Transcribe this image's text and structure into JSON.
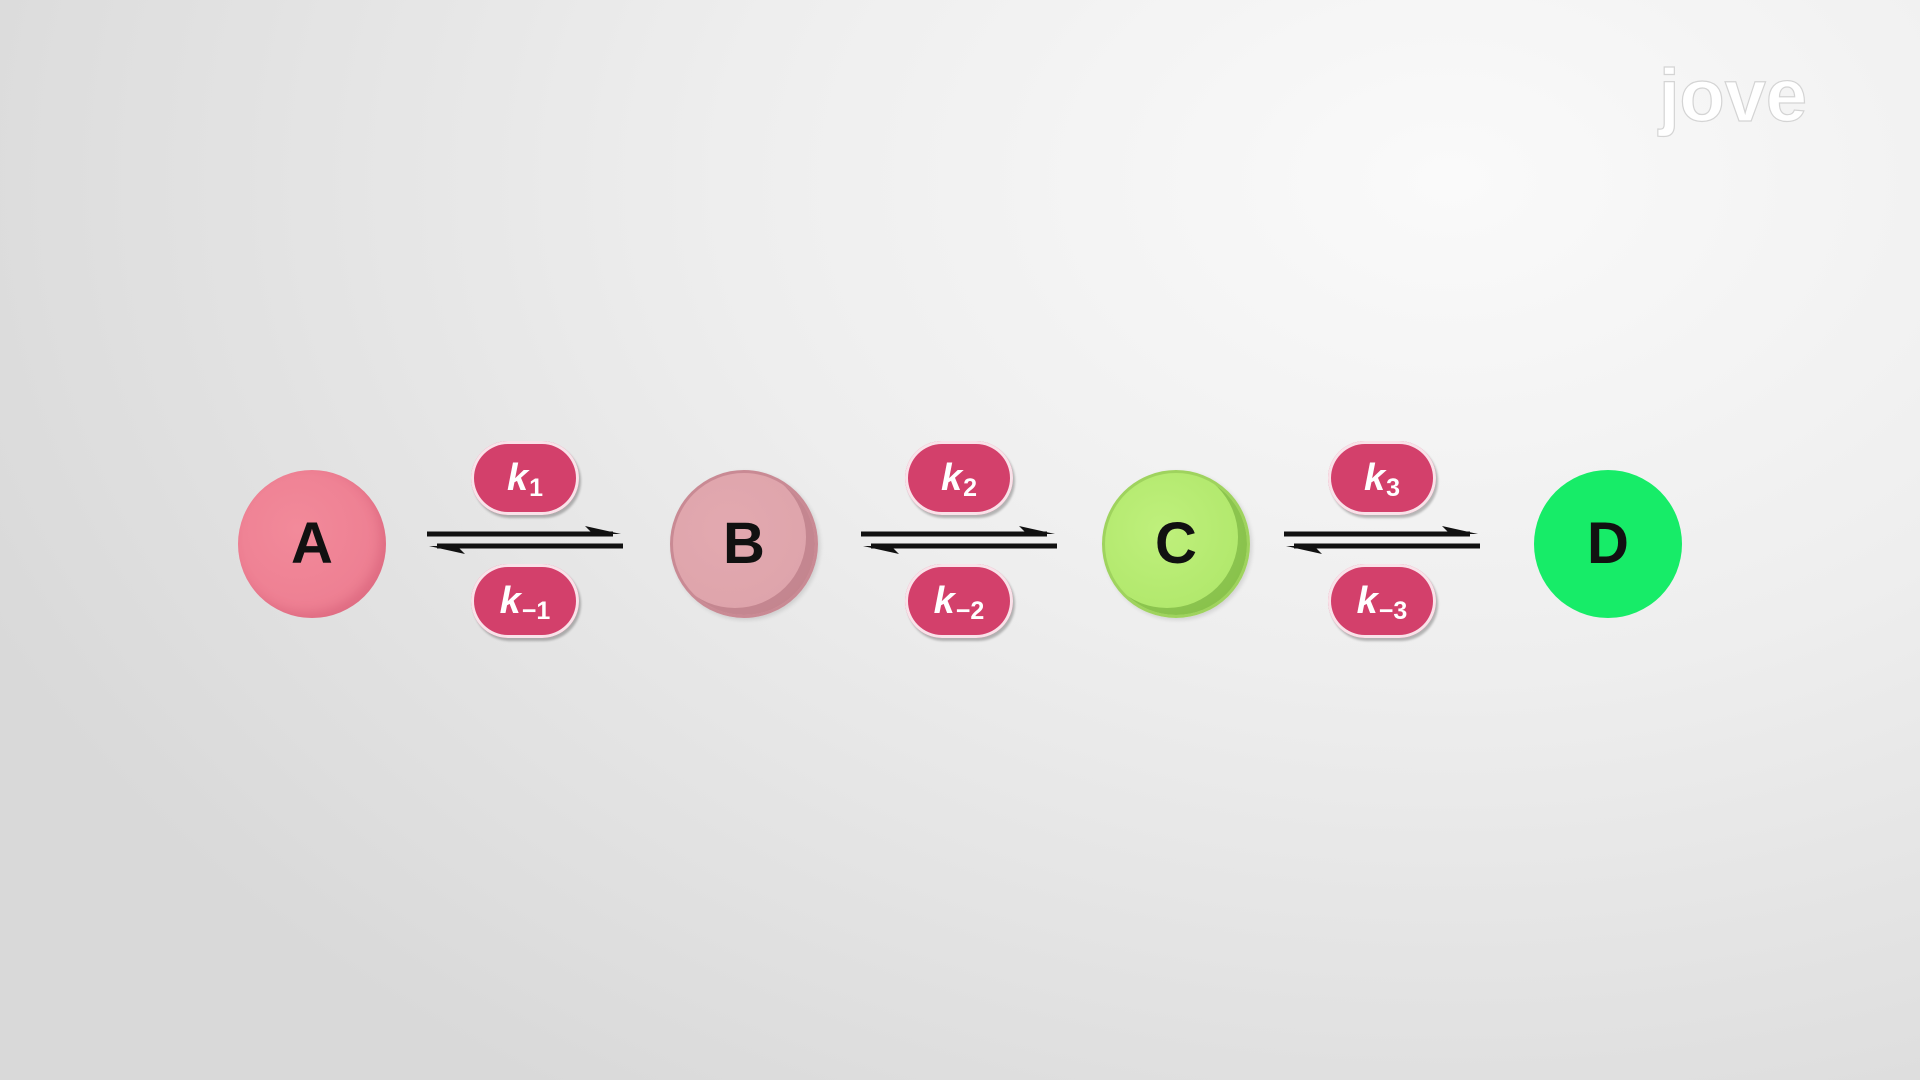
{
  "brand": {
    "logo_text": "jove"
  },
  "species": [
    {
      "label": "A",
      "color": "#ee8093"
    },
    {
      "label": "B",
      "color": "#dea4ab"
    },
    {
      "label": "C",
      "color": "#b1e86c"
    },
    {
      "label": "D",
      "color": "#17ec68"
    }
  ],
  "rate_constants": [
    {
      "forward": {
        "symbol": "k",
        "subscript": "1"
      },
      "reverse": {
        "symbol": "k",
        "subscript": "−1"
      }
    },
    {
      "forward": {
        "symbol": "k",
        "subscript": "2"
      },
      "reverse": {
        "symbol": "k",
        "subscript": "−2"
      }
    },
    {
      "forward": {
        "symbol": "k",
        "subscript": "3"
      },
      "reverse": {
        "symbol": "k",
        "subscript": "−3"
      }
    }
  ],
  "arrow_type": "equilibrium",
  "pill_color": "#d3406b"
}
